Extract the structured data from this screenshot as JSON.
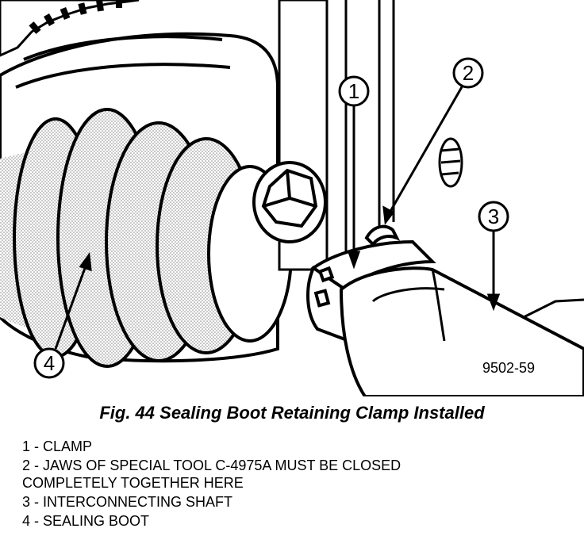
{
  "figure": {
    "code": "9502-59",
    "caption": "Fig. 44 Sealing Boot Retaining Clamp Installed"
  },
  "callouts": [
    "1",
    "2",
    "3",
    "4"
  ],
  "legend": [
    "1 - CLAMP",
    "2 - JAWS OF SPECIAL TOOL C-4975A MUST BE CLOSED\nCOMPLETELY TOGETHER HERE",
    "3 - INTERCONNECTING SHAFT",
    "4 - SEALING BOOT"
  ]
}
